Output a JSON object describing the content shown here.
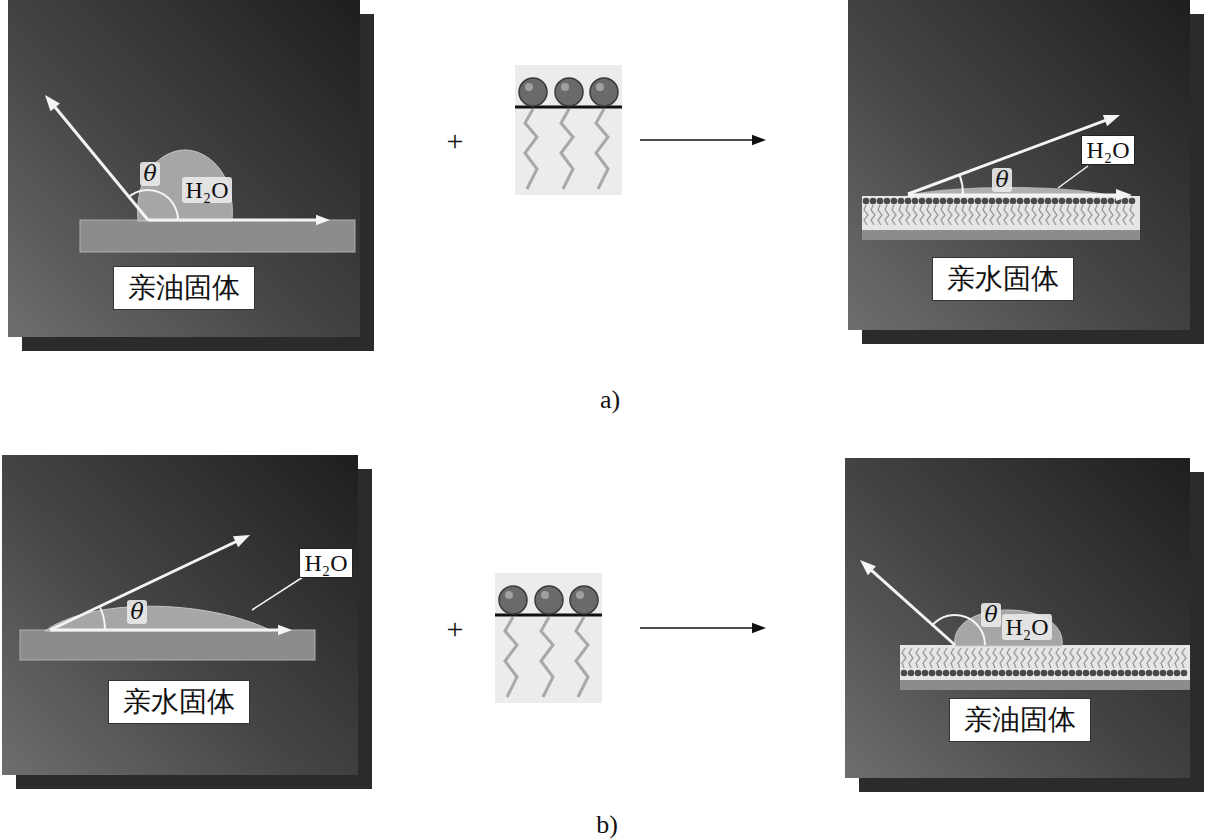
{
  "diagram": {
    "nodes": [
      {
        "text": [
          "θ",
          "H₂O"
        ]
      },
      {
        "text": [
          "亲油固体"
        ],
        "in": 0
      },
      {
        "text": [
          "θ",
          "H₂O"
        ]
      },
      {
        "text": [
          "亲水固体"
        ],
        "in": 2
      },
      {
        "text": [
          "θ",
          "H₂O"
        ]
      },
      {
        "text": [
          "亲水固体"
        ],
        "in": 4
      },
      {
        "text": [
          "θ",
          "H₂O"
        ]
      },
      {
        "text": [
          "亲油固体"
        ],
        "in": 6
      }
    ],
    "labels": [
      "+",
      "a)",
      "+",
      "b)"
    ]
  }
}
